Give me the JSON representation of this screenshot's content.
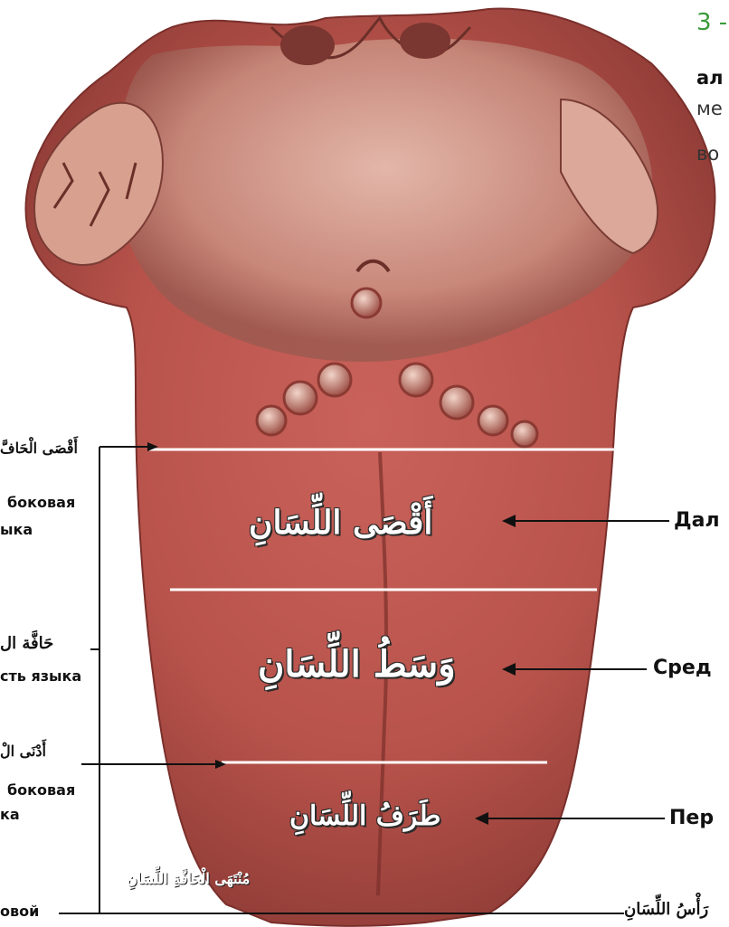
{
  "intro": {
    "number": "3 -",
    "line1": "ал",
    "line2": "ме",
    "line3": "во"
  },
  "zones": {
    "back": "أَقْصَى اللِّسَانِ",
    "middle": "وَسَطُ اللِّسَانِ",
    "tip_front": "طَرَفُ اللِّسَانِ"
  },
  "right_labels": {
    "back": "Дал",
    "middle": "Сред",
    "front": "Пер"
  },
  "left_labels": {
    "back_edge_ar": "أَقْصَى الْحَافَّ",
    "back_edge_ru1": "боковая",
    "back_edge_ru2": "ыка",
    "side_ar": "حَافَّة ال",
    "side_ru": "сть языка",
    "near_edge_ar": "أَدْنَى الْ",
    "near_edge_ru1": "боковая",
    "near_edge_ru2": "ка",
    "bottom_ru": "овой"
  },
  "bottom_labels": {
    "edge_end": "مُنْتَهَى الْحَافَّةِ اللِّسَانِ",
    "head": "رَأْسُ اللِّسَانِ"
  }
}
